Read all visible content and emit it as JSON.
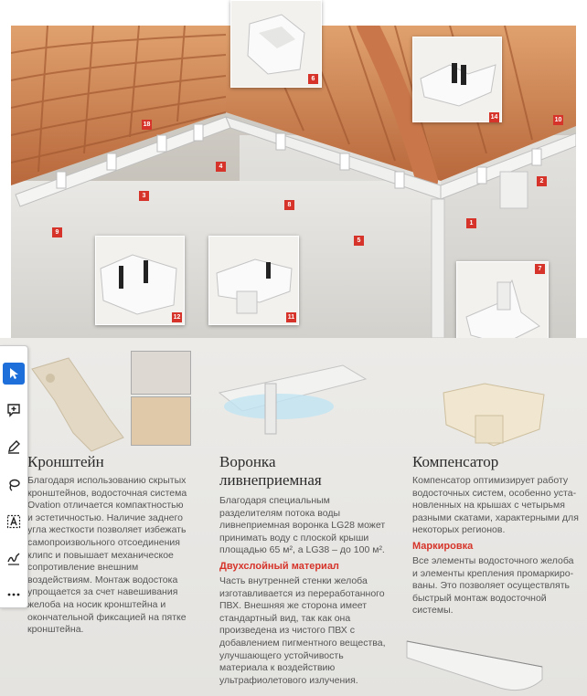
{
  "hero": {
    "callouts": [
      "18",
      "4",
      "3",
      "9",
      "8",
      "5",
      "1",
      "2",
      "10",
      "14",
      "6",
      "7",
      "12",
      "11"
    ]
  },
  "columns": {
    "bracket": {
      "title": "Кронштейн",
      "body": [
        "Благодаря использованию скрытых",
        "кронштейнов, водосточная система",
        "Ovation отличается компактностью",
        "и эстетичностью. Наличие заднего",
        "угла жесткости позволяет избежать",
        "самопроизвольного отсоединения",
        "клипс и повышает механическое",
        "сопротивление внешним",
        "воздействиям. Монтаж водостока",
        "упрощается за счет навешивания",
        "желоба на носик кронштейна и",
        "окончательной фиксацией на пятке",
        "кронштейна."
      ]
    },
    "funnel": {
      "title_line1": "Воронка",
      "title_line2": "ливнеприемная",
      "body": [
        "Благодаря специальным",
        "разделителям потока воды",
        "ливнеприемная воронка LG28 может",
        "принимать воду с плоской крыши",
        "площадью 65 м², а LG38 – до 100 м²."
      ],
      "subtitle": "Двухслойный материал",
      "body2": [
        "Часть внутренней стенки желоба",
        "изготавливается из переработанного",
        "ПВХ. Внешняя же сторона имеет",
        "стандартный вид, так как она",
        "произведена из чистого ПВХ с",
        "добавлением пигментного вещества,",
        "улучшающего устойчивость",
        "материала к воздействию",
        "ультрафиолетового излучения."
      ]
    },
    "compensator": {
      "title": "Компенсатор",
      "body": [
        "Компенсатор оптимизирует работу",
        "водосточных систем, особенно уста-",
        "новленных на крышах с четырьмя",
        "разными скатами, характерными для",
        "некоторых регионов."
      ],
      "subtitle": "Маркировка",
      "body2": [
        "Все элементы водосточного желоба",
        "и элементы крепления промаркиро-",
        "ваны. Это позволяет осуществлять",
        "быстрый монтаж водосточной",
        "системы."
      ]
    }
  },
  "colors": {
    "accent": "#d6342a",
    "tool_active": "#1e6fd9"
  },
  "toolbar": [
    "select-arrow-icon",
    "comment-icon",
    "pen-icon",
    "lasso-icon",
    "text-select-icon",
    "signature-icon",
    "more-icon"
  ]
}
